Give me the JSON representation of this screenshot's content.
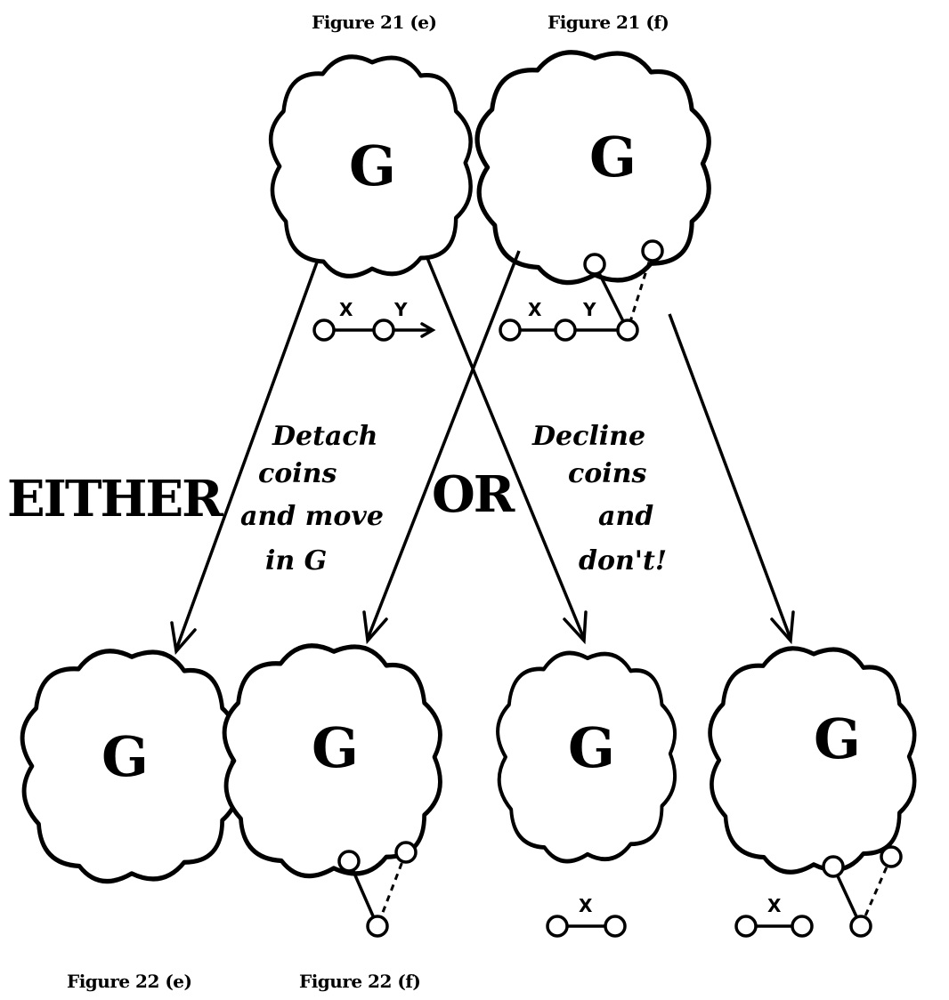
{
  "captions": {
    "fig21e": "Figure 21 (e)",
    "fig21f": "Figure 21 (f)",
    "fig22e": "Figure 22 (e)",
    "fig22f": "Figure 22 (f)"
  },
  "cloud_label": "G",
  "edge_labels": {
    "x": "X",
    "y": "Y"
  },
  "words": {
    "either": "EITHER",
    "or": "OR",
    "detach": [
      "Detach",
      "coins",
      "and move",
      "in G"
    ],
    "decline": [
      "Decline",
      "coins",
      "and",
      "don't!"
    ]
  }
}
